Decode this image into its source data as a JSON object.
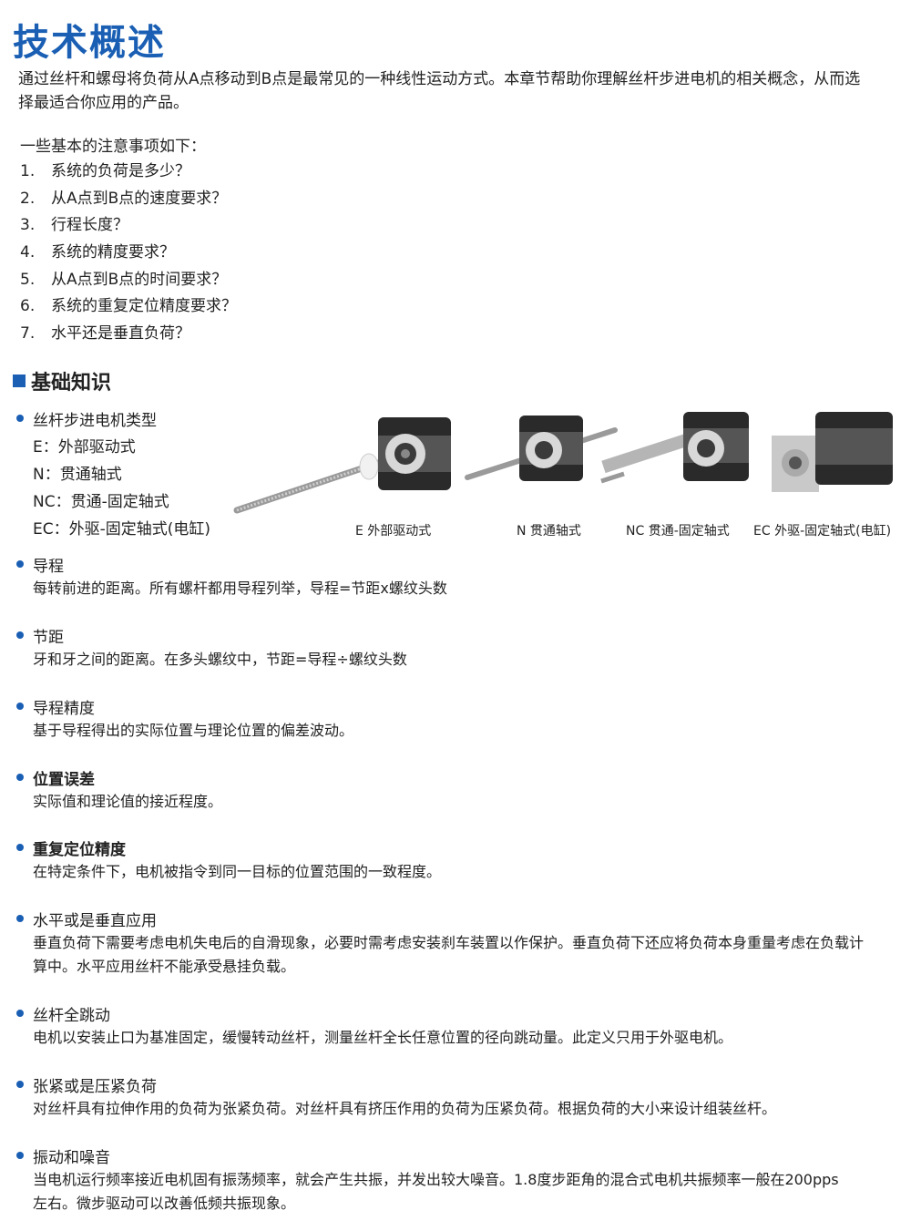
{
  "title": "技术概述",
  "intro": "通过丝杆和螺母将负荷从A点移动到B点是最常见的一种线性运动方式。本章节帮助你理解丝杆步进电机的相关概念，从而选择最适合你应用的产品。",
  "notes_intro": "一些基本的注意事项如下：",
  "notes": [
    {
      "num": "1.",
      "text": "系统的负荷是多少？"
    },
    {
      "num": "2.",
      "text": "从A点到B点的速度要求？"
    },
    {
      "num": "3.",
      "text": "行程长度？"
    },
    {
      "num": "4.",
      "text": "系统的精度要求？"
    },
    {
      "num": "5.",
      "text": "从A点到B点的时间要求？"
    },
    {
      "num": "6.",
      "text": "系统的重复定位精度要求？"
    },
    {
      "num": "7.",
      "text": "水平还是垂直负荷？"
    }
  ],
  "section_title": "基础知识",
  "motor_types": {
    "title": "丝杆步进电机类型",
    "items": [
      "E：外部驱动式",
      "N：贯通轴式",
      "NC：贯通-固定轴式",
      "EC：外驱-固定轴式(电缸)"
    ],
    "captions": [
      "E 外部驱动式",
      "N 贯通轴式",
      "NC 贯通-固定轴式",
      "EC 外驱-固定轴式(电缸)"
    ]
  },
  "items": [
    {
      "title": "导程",
      "body": "每转前进的距离。所有螺杆都用导程列举，导程=节距x螺纹头数"
    },
    {
      "title": "节距",
      "body": "牙和牙之间的距离。在多头螺纹中，节距=导程÷螺纹头数"
    },
    {
      "title": "导程精度",
      "body": "基于导程得出的实际位置与理论位置的偏差波动。"
    },
    {
      "title": "位置误差",
      "body": "实际值和理论值的接近程度。"
    },
    {
      "title": "重复定位精度",
      "body": "在特定条件下，电机被指令到同一目标的位置范围的一致程度。"
    },
    {
      "title": "水平或是垂直应用",
      "body": "垂直负荷下需要考虑电机失电后的自滑现象，必要时需考虑安装刹车装置以作保护。垂直负荷下还应将负荷本身重量考虑在负载计算中。水平应用丝杆不能承受悬挂负载。"
    },
    {
      "title": "丝杆全跳动",
      "body": "电机以安装止口为基准固定，缓慢转动丝杆，测量丝杆全长任意位置的径向跳动量。此定义只用于外驱电机。"
    },
    {
      "title": "张紧或是压紧负荷",
      "body": "对丝杆具有拉伸作用的负荷为张紧负荷。对丝杆具有挤压作用的负荷为压紧负荷。根据负荷的大小来设计组装丝杆。"
    },
    {
      "title": "振动和噪音",
      "body": "当电机运行频率接近电机固有振荡频率，就会产生共振，并发出较大噪音。1.8度步距角的混合式电机共振频率一般在200pps 左右。微步驱动可以改善低频共振现象。"
    }
  ],
  "colors": {
    "accent": "#1a5fb4",
    "text": "#222222"
  }
}
